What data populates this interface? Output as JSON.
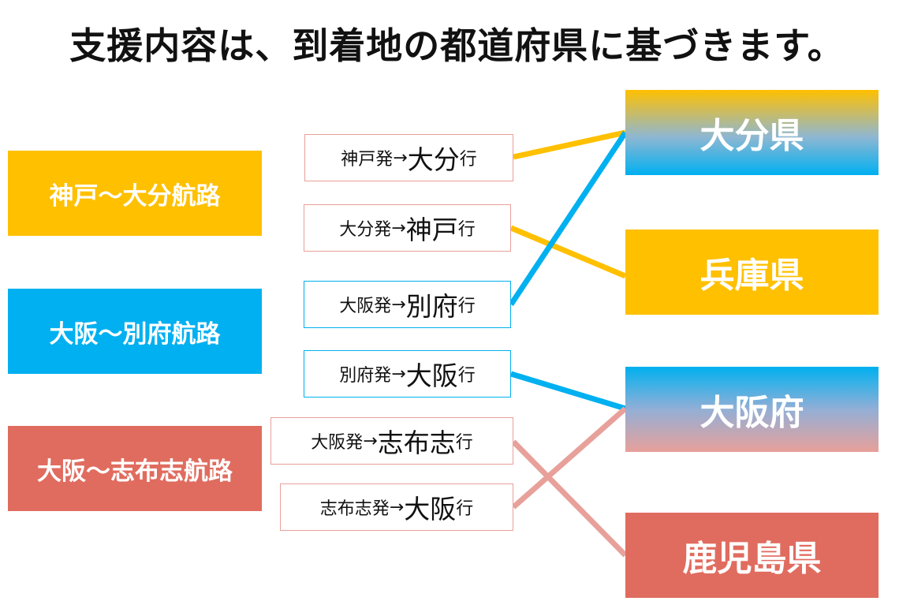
{
  "title": "支援内容は、到着地の都道府県に基づきます。",
  "colors": {
    "yellow": "#FFC000",
    "blue": "#00B0F0",
    "red": "#E06C5F",
    "pink": "#E8A09A"
  },
  "routes": [
    {
      "label": "神戸～大分航路",
      "color": "#FFC000"
    },
    {
      "label": "大阪～別府航路",
      "color": "#00B0F0"
    },
    {
      "label": "大阪～志布志航路",
      "color": "#E06C5F"
    }
  ],
  "directions": [
    {
      "from": "神戸発",
      "arrow": "→",
      "to": "大分",
      "suffix": "行"
    },
    {
      "from": "大分発",
      "arrow": "→",
      "to": "神戸",
      "suffix": "行"
    },
    {
      "from": "大阪発",
      "arrow": "→",
      "to": "別府",
      "suffix": "行"
    },
    {
      "from": "別府発",
      "arrow": "→",
      "to": "大阪",
      "suffix": "行"
    },
    {
      "from": "大阪発",
      "arrow": "→",
      "to": "志布志",
      "suffix": "行"
    },
    {
      "from": "志布志発",
      "arrow": "→",
      "to": "大阪",
      "suffix": "行"
    }
  ],
  "prefectures": [
    {
      "label": "大分県"
    },
    {
      "label": "兵庫県"
    },
    {
      "label": "大阪府"
    },
    {
      "label": "鹿児島県"
    }
  ]
}
